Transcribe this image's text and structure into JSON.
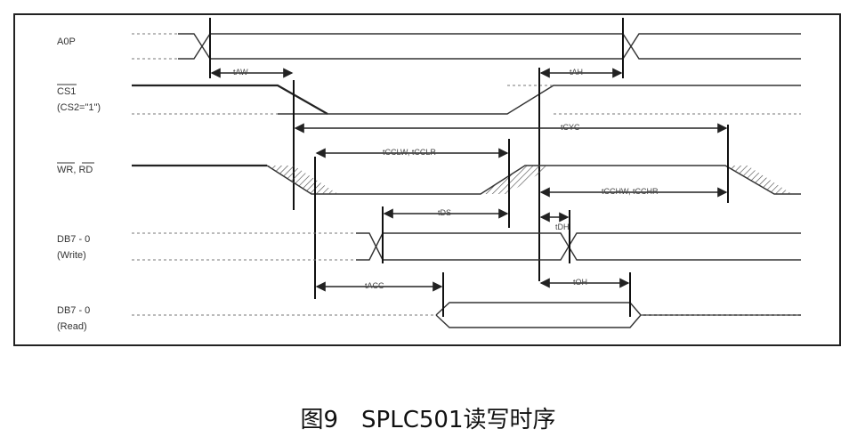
{
  "signals": {
    "a0p": "A0P",
    "cs1_line1": "CS1",
    "cs1_line2": "(CS2=\"1\")",
    "wr_rd": "WR, RD",
    "db_write_line1": "DB7 - 0",
    "db_write_line2": "(Write)",
    "db_read_line1": "DB7 - 0",
    "db_read_line2": "(Read)"
  },
  "timing": {
    "t_aw": "tAW",
    "t_ah": "tAH",
    "t_cyc": "tCYC",
    "t_cc_low": "tCCLW, tCCLR",
    "t_cc_high": "tCCHW, tCCHR",
    "t_ds": "tDS",
    "t_dh": "tDH",
    "t_acc": "tACC",
    "t_oh": "tOH"
  },
  "caption": "图9　SPLC501读写时序"
}
